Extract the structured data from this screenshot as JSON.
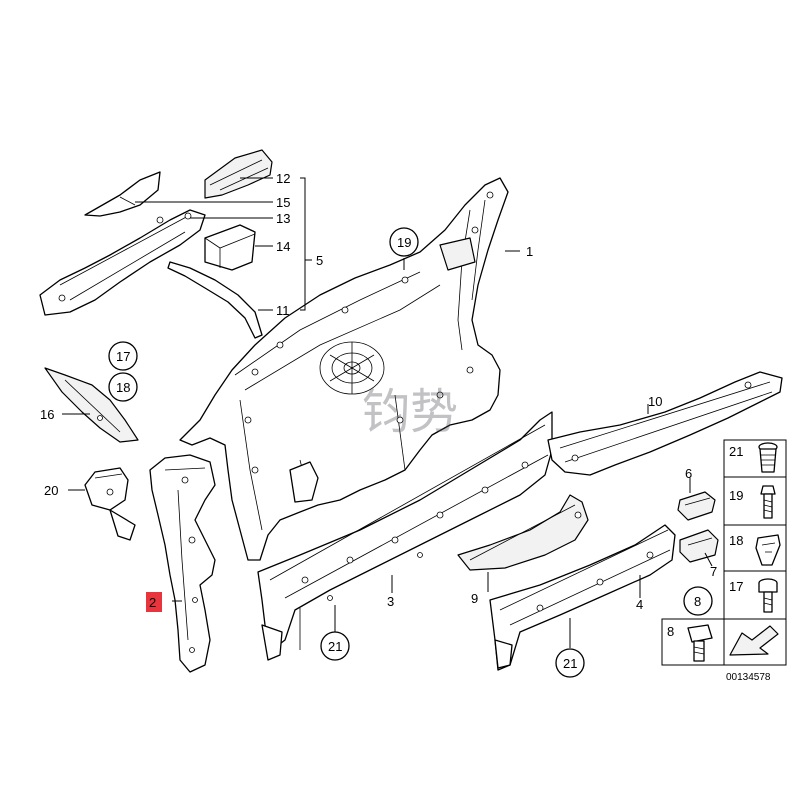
{
  "diagram": {
    "callouts": {
      "c1": "1",
      "c2": "2",
      "c3": "3",
      "c4": "4",
      "c5": "5",
      "c6": "6",
      "c7": "7",
      "c9": "9",
      "c10": "10",
      "c11": "11",
      "c12": "12",
      "c13": "13",
      "c14": "14",
      "c15": "15",
      "c16": "16",
      "c20": "20",
      "circ17": "17",
      "circ18": "18",
      "circ19": "19",
      "circ8": "8",
      "circ21a": "21",
      "circ21b": "21"
    },
    "highlight_color": "#e8343c",
    "highlighted_callout": "2",
    "fastener_legend": [
      {
        "num": "21",
        "icon": "ribbed-plug-icon"
      },
      {
        "num": "19",
        "icon": "bolt-icon"
      },
      {
        "num": "18",
        "icon": "clip-nut-icon"
      },
      {
        "num": "17",
        "icon": "collar-screw-icon"
      },
      {
        "num": "8",
        "icon": "hex-bolt-icon"
      }
    ],
    "diagram_number": "00134578",
    "watermark": "钧势"
  }
}
